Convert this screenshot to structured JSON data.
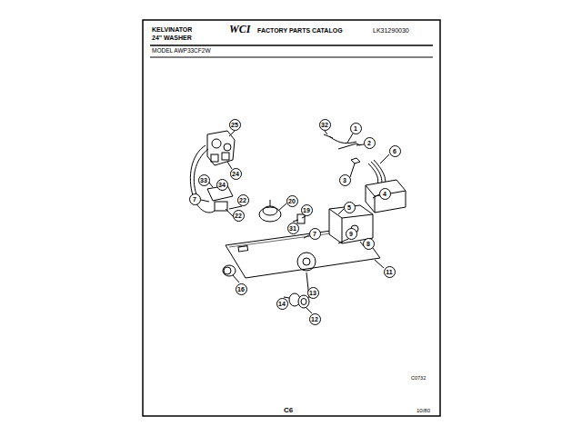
{
  "diagram": {
    "labels": [
      "KELVINATOR",
      "24\" WASHER",
      "WCI",
      "FACTORY PARTS CATALOG",
      "LK31290030",
      "MODEL AWP33CF2W",
      "25",
      "32",
      "1",
      "2",
      "6",
      "24",
      "3",
      "4",
      "33",
      "34",
      "7",
      "22",
      "20",
      "5",
      "22",
      "19",
      "31",
      "7",
      "9",
      "8",
      "11",
      "16",
      "14",
      "12",
      "13",
      "C0732",
      "C6",
      "10/80"
    ]
  }
}
